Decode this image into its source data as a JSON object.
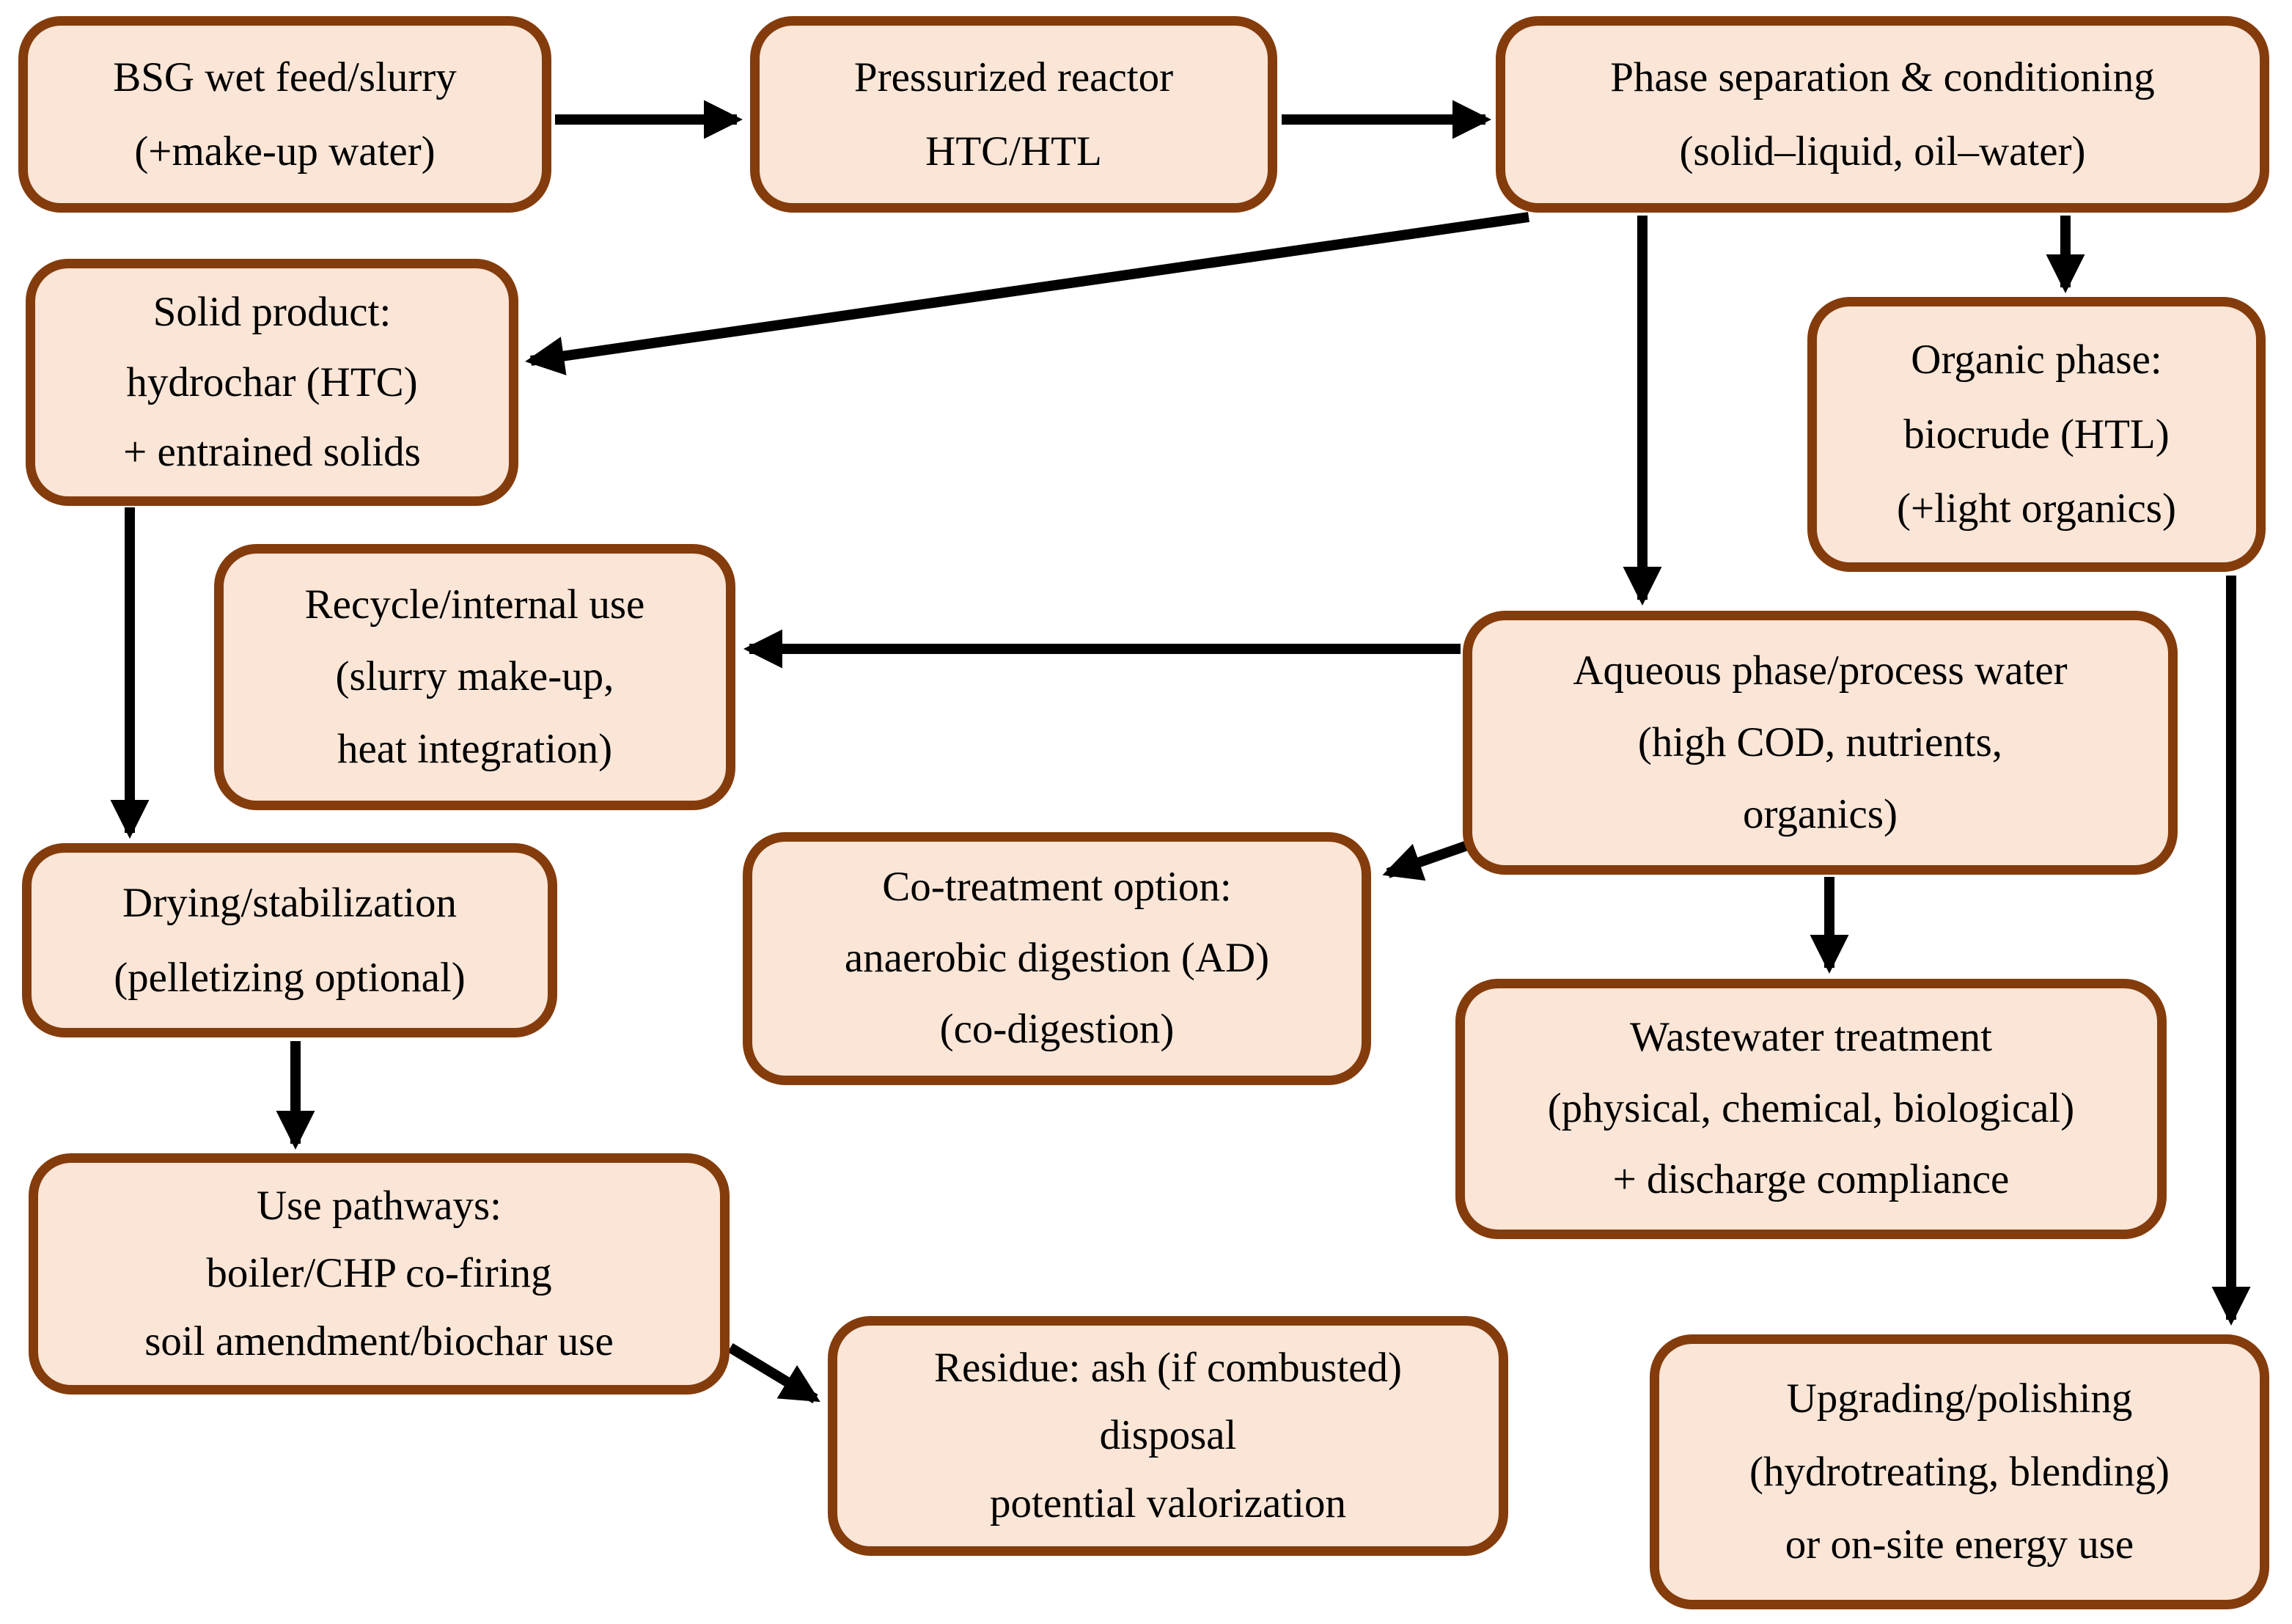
{
  "diagram_title": "",
  "colors": {
    "box_fill": "#fae5d6",
    "box_border": "#843c0c",
    "arrow": "#000000",
    "text": "#000000",
    "background": "#ffffff"
  },
  "nodes": [
    {
      "id": "bsg-feed",
      "lines": [
        "BSG wet feed/slurry",
        "(+make-up water)"
      ]
    },
    {
      "id": "reactor",
      "lines": [
        "Pressurized reactor",
        "HTC/HTL"
      ]
    },
    {
      "id": "phase-separation",
      "lines": [
        "Phase separation & conditioning",
        "(solid–liquid, oil–water)"
      ]
    },
    {
      "id": "solid-product",
      "lines": [
        "Solid product:",
        "hydrochar (HTC)",
        "+ entrained solids"
      ]
    },
    {
      "id": "organic-phase",
      "lines": [
        "Organic phase:",
        "biocrude (HTL)",
        "(+light organics)"
      ]
    },
    {
      "id": "recycle",
      "lines": [
        "Recycle/internal use",
        "(slurry make-up,",
        "heat integration)"
      ]
    },
    {
      "id": "aqueous-phase",
      "lines": [
        "Aqueous phase/process water",
        "(high COD, nutrients,",
        "organics)"
      ]
    },
    {
      "id": "drying",
      "lines": [
        "Drying/stabilization",
        "(pelletizing optional)"
      ]
    },
    {
      "id": "co-treatment",
      "lines": [
        "Co-treatment option:",
        "anaerobic digestion (AD)",
        "(co-digestion)"
      ]
    },
    {
      "id": "wastewater",
      "lines": [
        "Wastewater treatment",
        "(physical, chemical, biological)",
        "+ discharge compliance"
      ]
    },
    {
      "id": "use-pathways",
      "lines": [
        "Use pathways:",
        "boiler/CHP co-firing",
        "soil amendment/biochar use"
      ]
    },
    {
      "id": "residue",
      "lines": [
        "Residue: ash (if combusted)",
        "disposal",
        "potential valorization"
      ]
    },
    {
      "id": "upgrading",
      "lines": [
        "Upgrading/polishing",
        "(hydrotreating, blending)",
        "or on-site energy use"
      ]
    }
  ],
  "edges": [
    {
      "from": "bsg-feed",
      "to": "reactor"
    },
    {
      "from": "reactor",
      "to": "phase-separation"
    },
    {
      "from": "phase-separation",
      "to": "solid-product"
    },
    {
      "from": "phase-separation",
      "to": "organic-phase"
    },
    {
      "from": "phase-separation",
      "to": "aqueous-phase"
    },
    {
      "from": "aqueous-phase",
      "to": "recycle"
    },
    {
      "from": "aqueous-phase",
      "to": "co-treatment"
    },
    {
      "from": "aqueous-phase",
      "to": "wastewater"
    },
    {
      "from": "solid-product",
      "to": "drying"
    },
    {
      "from": "drying",
      "to": "use-pathways"
    },
    {
      "from": "use-pathways",
      "to": "residue"
    },
    {
      "from": "organic-phase",
      "to": "upgrading"
    }
  ]
}
